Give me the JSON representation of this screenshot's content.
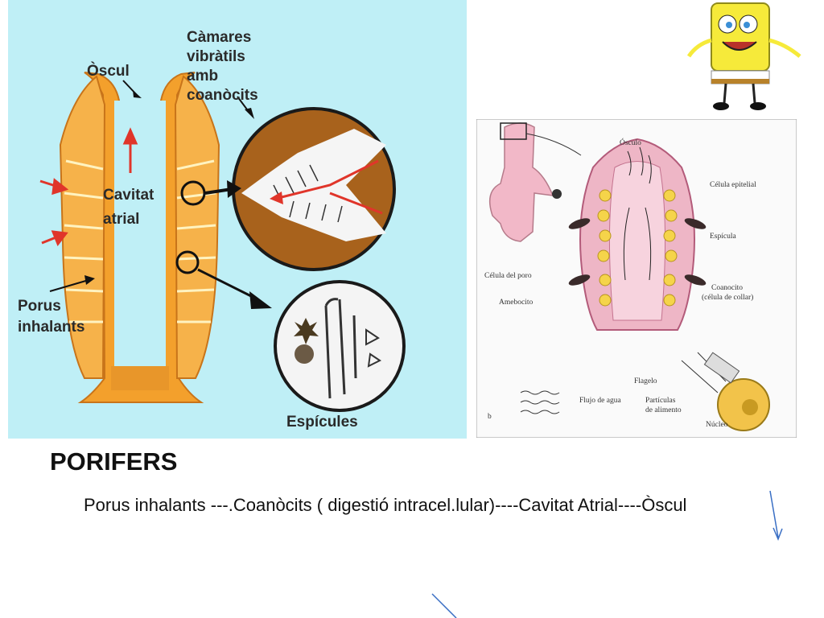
{
  "left_diagram": {
    "labels": {
      "oscul": "Òscul",
      "chambers_line1": "Càmares",
      "chambers_line2": "vibràtils",
      "chambers_line3": "amb",
      "chambers_line4": "coanòcits",
      "cavity_line1": "Cavitat",
      "cavity_line2": "atrial",
      "pores_line1": "Porus",
      "pores_line2": "inhalants",
      "spicules": "Espícules"
    }
  },
  "right_diagram": {
    "labels": {
      "osculo": "Ósculo",
      "celula_epitelial": "Célula epitelial",
      "espicula": "Espícula",
      "celula_del_poro": "Célula del poro",
      "amebocito": "Amebocito",
      "coanocito": "Coanocito",
      "coanocito_sub": "(célula de collar)",
      "flagelo": "Flagelo",
      "flujo": "Flujo de agua",
      "particulas_1": "Partículas",
      "particulas_2": "de alimento",
      "nucleo": "Núcleo",
      "panel_letter": "b"
    }
  },
  "slide": {
    "title": "PORIFERS",
    "body": "Porus inhalants ---.Coanòcits ( digestió intracel.lular)----Cavitat Atrial----Òscul"
  },
  "colors": {
    "left_bg": "#bfeff6",
    "sponge_orange": "#f3a02c",
    "chamber_brown": "#a8621c",
    "arrow_red": "#e0352a",
    "right_pink": "#eeb6c6",
    "ink_blue": "#3a6fc4"
  }
}
